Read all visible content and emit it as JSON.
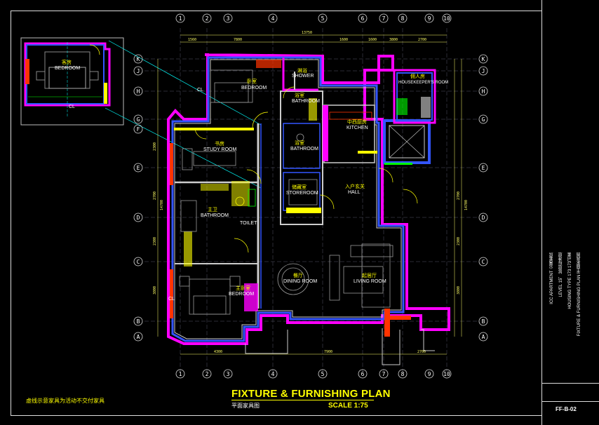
{
  "drawing": {
    "title": "FIXTURE & FURNISHING PLAN",
    "subtitle_cn": "平面家具图",
    "scale": "SCALE 1:75",
    "note_cn": "虚线示意家具为活动不交付家具",
    "sheet_no": "FF-B-02"
  },
  "title_block": {
    "project": "ICC APARTMENT  公寓套房",
    "level": "LEVEL  15、38层标准层",
    "housing_type": "HOUSING TYPE 173  173㎡套",
    "plan_name": "FIXTURE & FURNISHING PLAN  平面家具图"
  },
  "grid": {
    "top": [
      "1",
      "2",
      "3",
      "4",
      "5",
      "6",
      "7",
      "8",
      "9",
      "10"
    ],
    "bottom": [
      "1",
      "2",
      "3",
      "4",
      "5",
      "6",
      "7",
      "8",
      "9",
      "10"
    ],
    "left": [
      "K",
      "J",
      "H",
      "G",
      "F",
      "E",
      "D",
      "C",
      "B",
      "A"
    ],
    "right": [
      "K",
      "J",
      "H",
      "G",
      "E",
      "D",
      "C",
      "B",
      "A"
    ]
  },
  "dims": {
    "top": [
      "1560",
      "7800",
      "1600",
      "1600",
      "3800",
      "2700"
    ],
    "top_total": "13750",
    "bottom": [
      "4300",
      "7900",
      "2700"
    ],
    "left": [
      "2300",
      "2700",
      "2300",
      "3800"
    ],
    "left_total": "14700",
    "right": [
      "2700",
      "2300",
      "3800"
    ],
    "right_total": "14700"
  },
  "rooms": [
    {
      "cn": "卧室",
      "en": "BEDROOM"
    },
    {
      "cn": "淋浴",
      "en": "SHOWER"
    },
    {
      "cn": "浴室",
      "en": "BATHROOM"
    },
    {
      "cn": "佣人房",
      "en": "HOUSEKEEPER'S ROOM"
    },
    {
      "cn": "书房",
      "en": "STUDY ROOM"
    },
    {
      "cn": "浴室",
      "en": "BATHROOM"
    },
    {
      "cn": "中西厨房",
      "en": "KITCHEN"
    },
    {
      "cn": "主卫",
      "en": "BATHROOM"
    },
    {
      "cn": "储藏室",
      "en": "STOREROOM"
    },
    {
      "cn": "入户玄关",
      "en": "HALL"
    },
    {
      "cn": "",
      "en": "TOILET"
    },
    {
      "cn": "餐厅",
      "en": "DINING ROOM"
    },
    {
      "cn": "起居厅",
      "en": "LIVING ROOM"
    },
    {
      "cn": "主卧室",
      "en": "BEDROOM"
    }
  ],
  "inset": {
    "cn": "客房",
    "en": "BEDROOM",
    "cl": "CL"
  },
  "cl_labels": [
    "CL",
    "CL"
  ]
}
